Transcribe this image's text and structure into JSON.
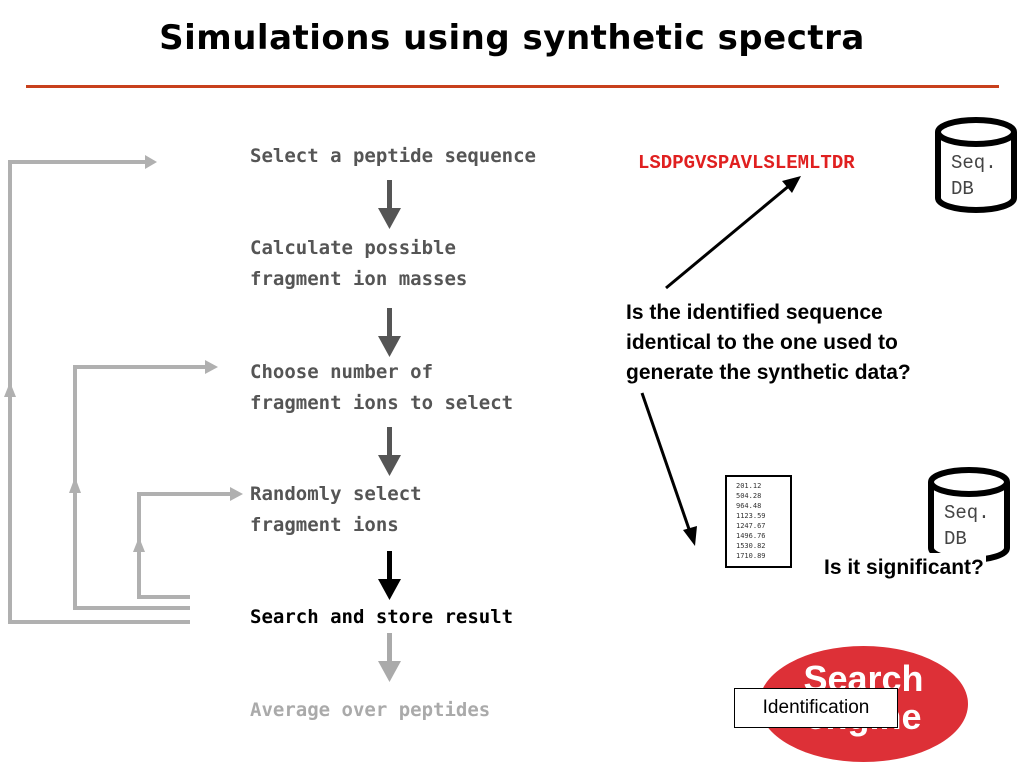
{
  "title": "Simulations using synthetic spectra",
  "colors": {
    "title_rule": "#c8401c",
    "peptide": "#e02020",
    "engine_fill": "#dd3037",
    "step_normal": "#555555",
    "step_active": "#000000",
    "step_faded": "#aaaaaa",
    "loop_arrow": "#b0b0b0"
  },
  "steps": [
    {
      "lines": [
        "Select a peptide sequence"
      ],
      "state": "normal"
    },
    {
      "lines": [
        "Calculate possible",
        "fragment ion masses"
      ],
      "state": "normal"
    },
    {
      "lines": [
        "Choose number of",
        "fragment ions to select"
      ],
      "state": "normal"
    },
    {
      "lines": [
        "Randomly select",
        "fragment ions"
      ],
      "state": "normal"
    },
    {
      "lines": [
        "Search and store result"
      ],
      "state": "active"
    },
    {
      "lines": [
        "Average over peptides"
      ],
      "state": "faded"
    }
  ],
  "peptide_sequence": "LSDPGVSPAVLSLEMLTDR",
  "database": {
    "label_line1": "Seq.",
    "label_line2": "DB",
    "icon": "database-cylinder-icon"
  },
  "synthetic_spectrum": {
    "peaks": [
      "201.12",
      "504.28",
      "964.48",
      "1123.59",
      "1247.67",
      "1496.76",
      "1530.82",
      "1710.89"
    ]
  },
  "question_identity": [
    "Is the identified sequence",
    "identical to the one used to",
    "generate the synthetic data?"
  ],
  "question_significance": "Is it significant?",
  "search_engine": {
    "line1": "Search",
    "line2": "engine"
  },
  "identification_label": "Identification"
}
